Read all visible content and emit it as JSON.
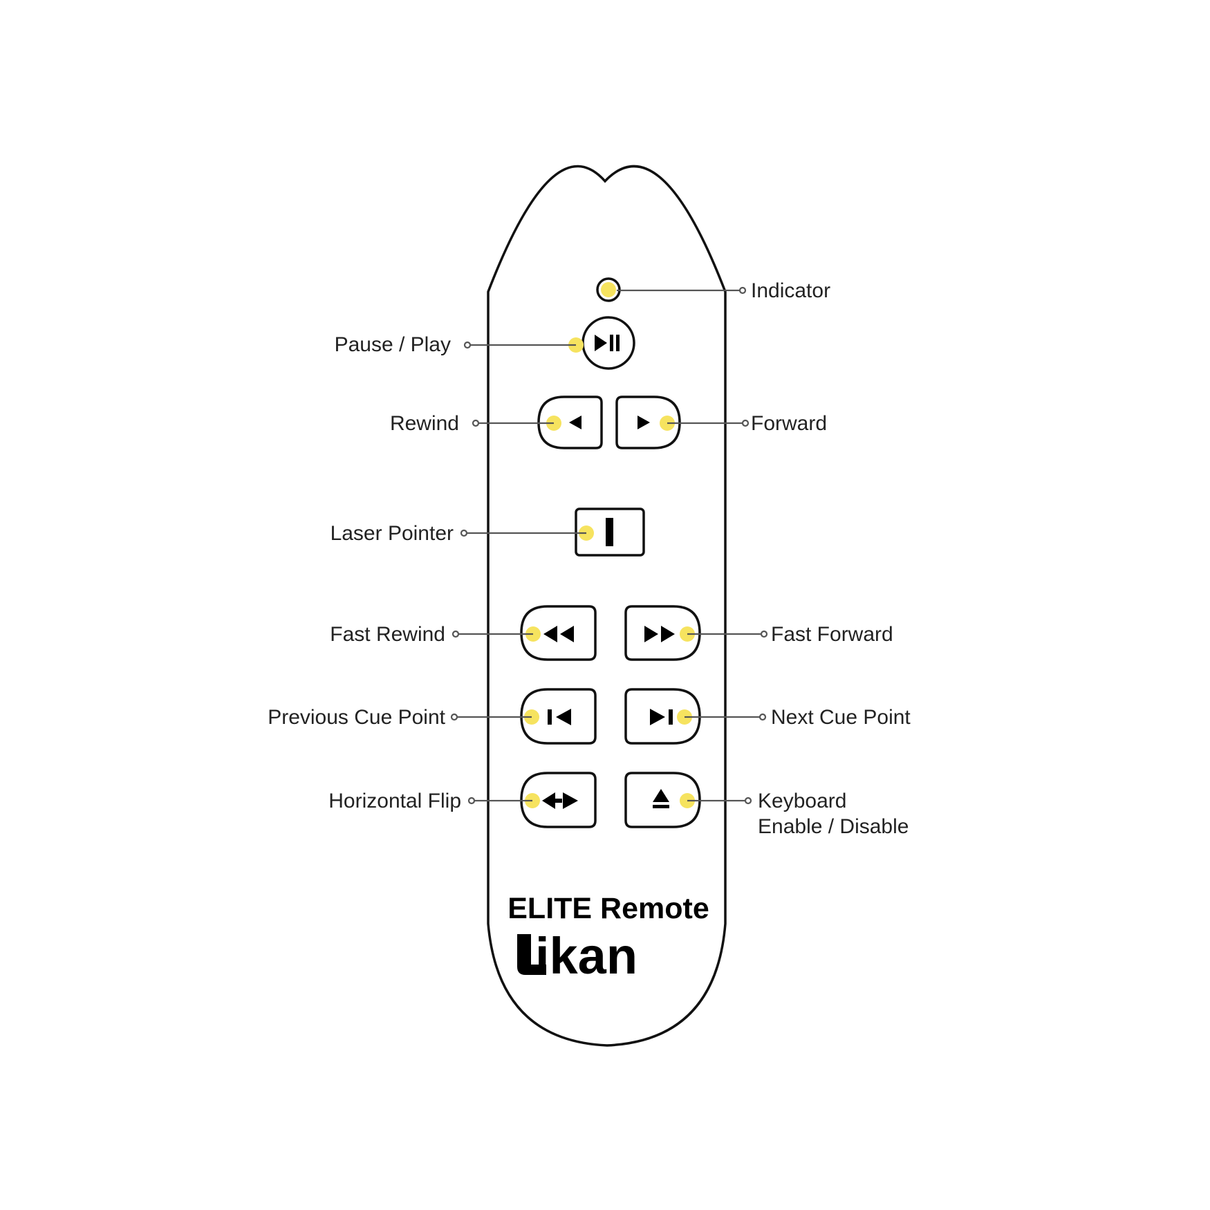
{
  "diagram": {
    "brand_title": "ELITE Remote",
    "brand_logo": "ikan",
    "colors": {
      "highlight": "#f6e35f",
      "outline": "#111111",
      "leader": "#555555",
      "text": "#222222"
    },
    "callouts": {
      "indicator": "Indicator",
      "pause_play": "Pause / Play",
      "rewind": "Rewind",
      "forward": "Forward",
      "laser_pointer": "Laser Pointer",
      "fast_rewind": "Fast Rewind",
      "fast_forward": "Fast Forward",
      "previous_cue_point": "Previous Cue Point",
      "next_cue_point": "Next Cue Point",
      "horizontal_flip": "Horizontal Flip",
      "keyboard_line1": "Keyboard",
      "keyboard_line2": "Enable / Disable"
    },
    "icons": {
      "pause_play": "play-pause-icon",
      "rewind": "triangle-left-icon",
      "forward": "triangle-right-icon",
      "laser_pointer": "vertical-bar-icon",
      "fast_rewind": "double-triangle-left-icon",
      "fast_forward": "double-triangle-right-icon",
      "previous_cue_point": "skip-previous-icon",
      "next_cue_point": "skip-next-icon",
      "horizontal_flip": "double-arrow-horizontal-icon",
      "keyboard": "eject-icon"
    }
  }
}
